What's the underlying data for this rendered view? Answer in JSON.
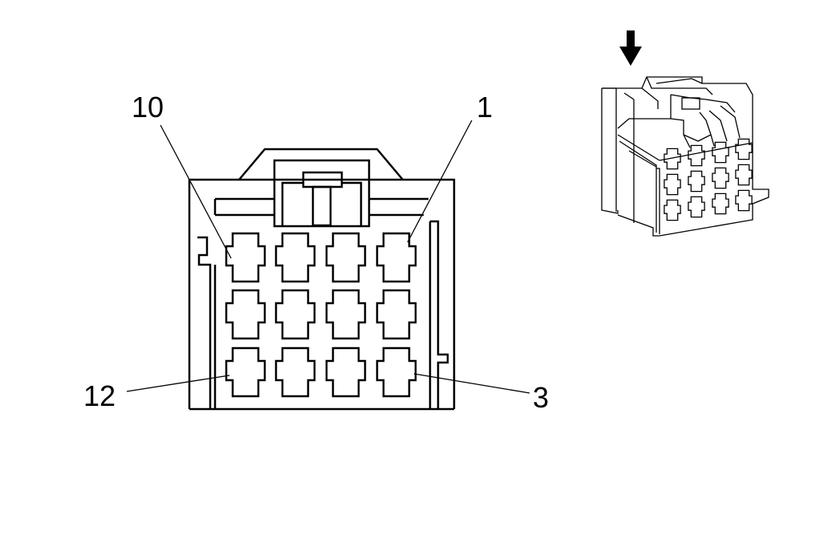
{
  "diagram": {
    "pin_labels": {
      "top_left": "10",
      "top_right": "1",
      "bottom_left": "12",
      "bottom_right": "3"
    },
    "cavity_grid": {
      "rows": 3,
      "columns": 4
    },
    "colors": {
      "stroke": "#000000",
      "background": "#ffffff"
    },
    "icons": {
      "arrow": "down-arrow-icon"
    }
  }
}
